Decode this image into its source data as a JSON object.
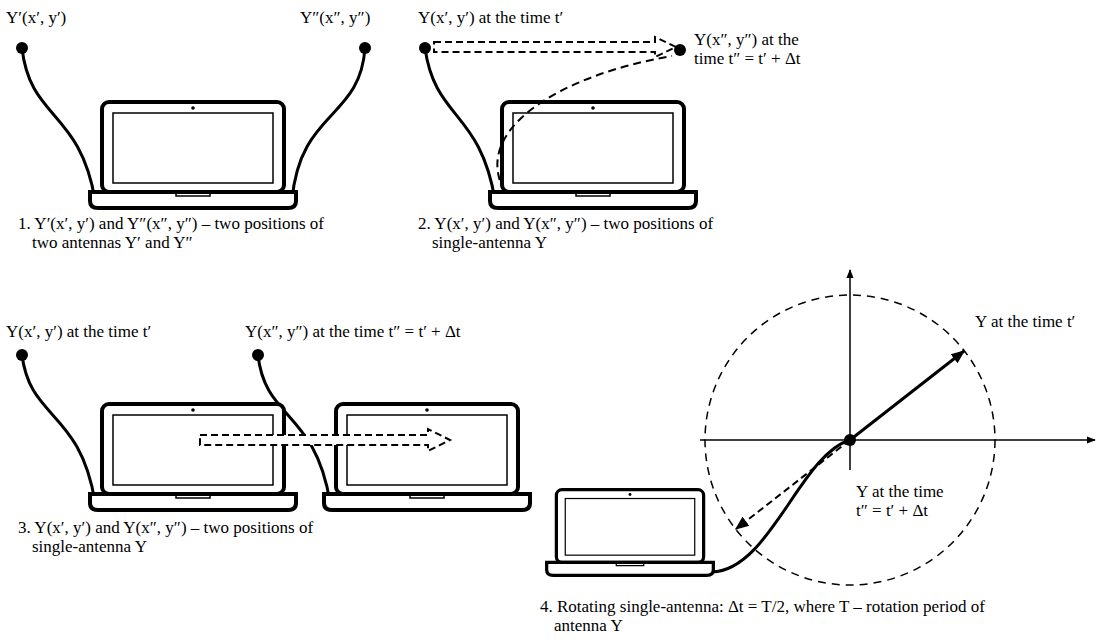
{
  "diagram": {
    "labels": [
      "Y′(x′, y′)",
      "Y″(x″, y″)",
      "Y(x′, y′) at the time t′",
      "Y(x″, y″) at the time t″ = t′ + Δt",
      "1. Y′(x′, y′) and Y″(x″, y″) – two positions of two antennas Y′ and Y″",
      "2. Y(x′, y′) and Y(x″, y″) – two positions of single-antenna Y",
      "Y(x′, y′) at the time t′",
      "Y(x″, y″) at the time t″ = t′ + Δt",
      "Y at the time t′",
      "Y at the time t″ = t′ + Δt",
      "3. Y(x′, y′) and Y(x″, y″) – two positions of single-antenna Y",
      "4. Rotating single-antenna: Δt = T/2, where T – rotation period of antenna Y"
    ]
  }
}
